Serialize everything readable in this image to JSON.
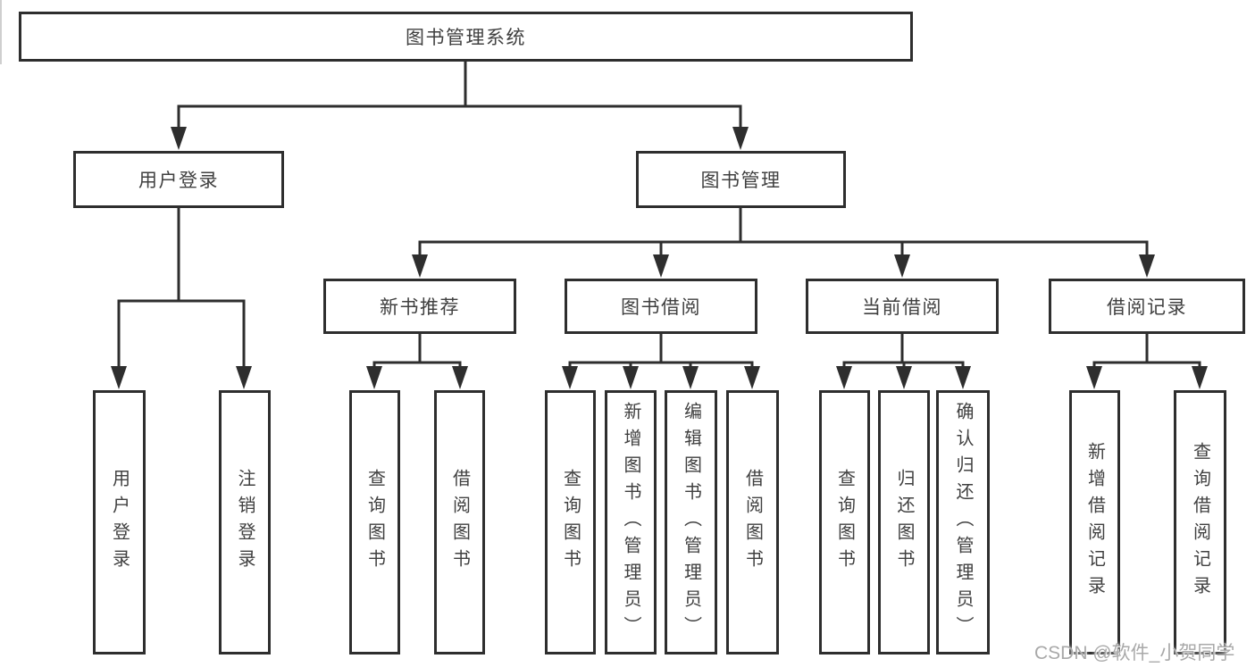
{
  "diagram": {
    "root": {
      "label": "图书管理系统"
    },
    "branches": [
      {
        "label": "用户登录",
        "children": [
          {
            "label": "用户登录"
          },
          {
            "label": "注销登录"
          }
        ]
      },
      {
        "label": "图书管理",
        "sections": [
          {
            "label": "新书推荐",
            "children": [
              {
                "label": "查询图书"
              },
              {
                "label": "借阅图书"
              }
            ]
          },
          {
            "label": "图书借阅",
            "children": [
              {
                "label": "查询图书"
              },
              {
                "label": "新增图书（管理员）"
              },
              {
                "label": "编辑图书（管理员）"
              },
              {
                "label": "借阅图书"
              }
            ]
          },
          {
            "label": "当前借阅",
            "children": [
              {
                "label": "查询图书"
              },
              {
                "label": "归还图书"
              },
              {
                "label": "确认归还（管理员）"
              }
            ]
          },
          {
            "label": "借阅记录",
            "children": [
              {
                "label": "新增借阅记录"
              },
              {
                "label": "查询借阅记录"
              }
            ]
          }
        ]
      }
    ]
  },
  "watermark": {
    "text": "CSDN @软件_小贺同学"
  },
  "colors": {
    "line": "#2e2e2e",
    "box_border": "#2e2e2e",
    "text": "#404040",
    "watermark": "#a9a9a9",
    "background": "#ffffff"
  }
}
